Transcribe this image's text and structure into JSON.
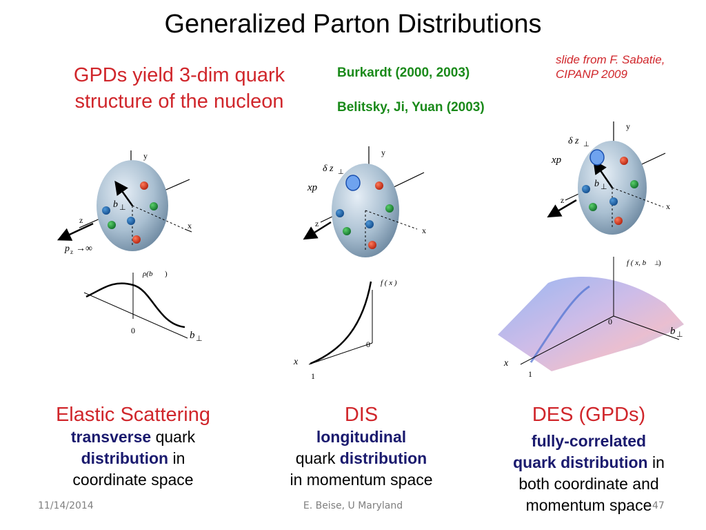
{
  "title": "Generalized Parton Distributions",
  "tagline": {
    "line1": "GPDs yield 3-dim quark",
    "line2": "structure of the nucleon"
  },
  "refs": [
    "Burkardt (2000, 2003)",
    "Belitsky, Ji, Yuan (2003)"
  ],
  "credit": {
    "line1": "slide from F. Sabatie,",
    "line2": "CIPANP 2009"
  },
  "figures": {
    "axis_y": "y",
    "axis_z": "z",
    "axis_x": "x",
    "b_perp": "b",
    "perp": "⊥",
    "delta_z": "δ z",
    "xp": "xp",
    "pz_inf": "p",
    "pz_sub": "z",
    "inf": "→∞",
    "rho": "ρ(b",
    "rho_close": ")",
    "fx": "f ( x )",
    "fxb": "f ( x, b",
    "fxb_close": ")",
    "zero": "0",
    "one": "1",
    "x_label": "x"
  },
  "columns": {
    "elastic": {
      "head": "Elastic Scattering",
      "bold1": "transverse",
      "t1": " quark",
      "bold2": "distribution",
      "t2": " in",
      "t3": "coordinate space"
    },
    "dis": {
      "head": "DIS",
      "bold1": "longitudinal",
      "t1": "quark ",
      "bold2": "distribution",
      "t2": "in momentum space"
    },
    "des": {
      "head": "DES (GPDs)",
      "bold1": "fully-correlated",
      "bold2": "quark distribution",
      "t1": " in",
      "t2": "both coordinate and",
      "t3": "momentum space"
    }
  },
  "footer": {
    "date": "11/14/2014",
    "author": "E. Beise, U Maryland",
    "page": "47"
  }
}
